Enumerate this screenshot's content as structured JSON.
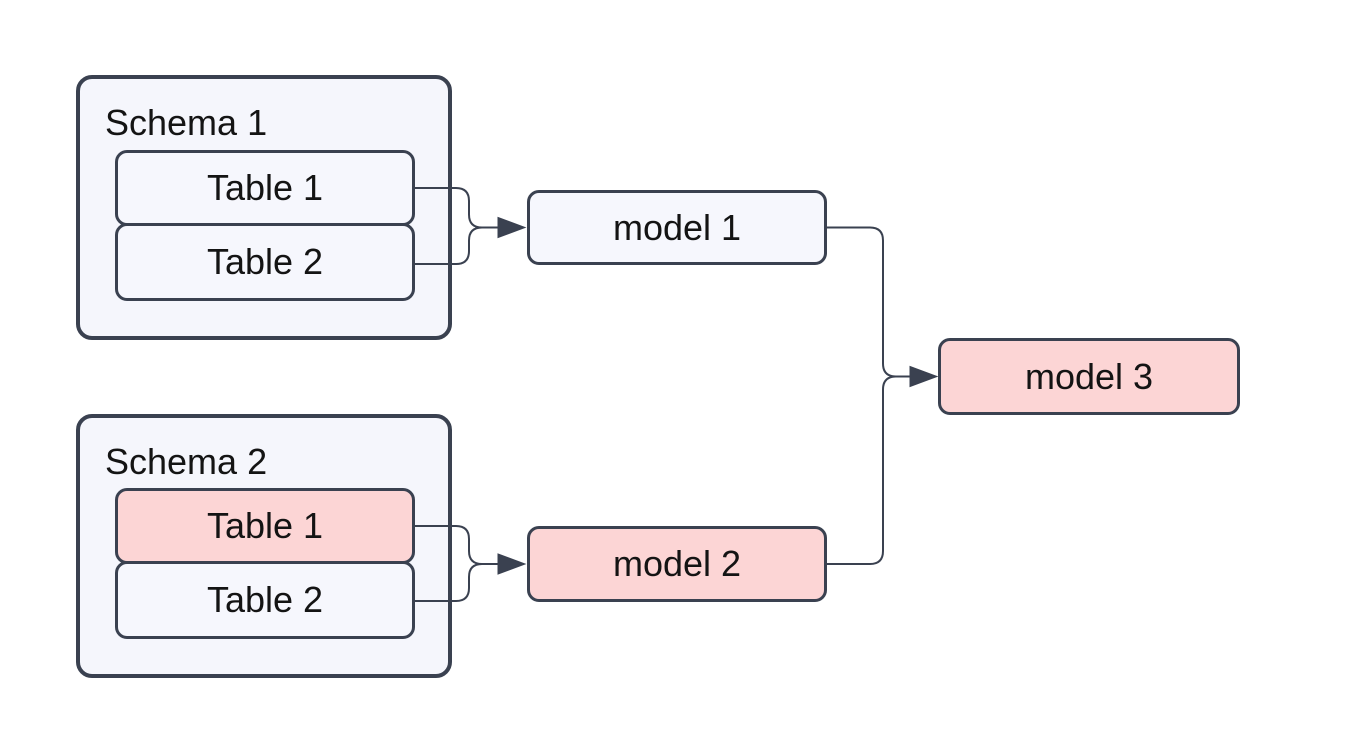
{
  "diagram": {
    "type": "flowchart",
    "direction": "left-to-right",
    "groups": [
      {
        "label": "Schema 1",
        "nodes": [
          {
            "label": "Table 1",
            "highlighted": false
          },
          {
            "label": "Table 2",
            "highlighted": false
          }
        ]
      },
      {
        "label": "Schema 2",
        "nodes": [
          {
            "label": "Table 1",
            "highlighted": true
          },
          {
            "label": "Table 2",
            "highlighted": false
          }
        ]
      }
    ],
    "nodes": [
      {
        "label": "model 1",
        "highlighted": false
      },
      {
        "label": "model 2",
        "highlighted": true
      },
      {
        "label": "model 3",
        "highlighted": true
      }
    ],
    "edges": [
      {
        "from": "Schema 1 / Table 1",
        "to": "model 1"
      },
      {
        "from": "Schema 1 / Table 2",
        "to": "model 1"
      },
      {
        "from": "Schema 2 / Table 1",
        "to": "model 2"
      },
      {
        "from": "Schema 2 / Table 2",
        "to": "model 2"
      },
      {
        "from": "model 1",
        "to": "model 3"
      },
      {
        "from": "model 2",
        "to": "model 3"
      }
    ],
    "colors": {
      "background": "#ffffff",
      "group_fill": "#f5f6fc",
      "node_fill": "#f6f7fd",
      "highlight_fill": "#fcd5d5",
      "border": "#3a4150",
      "edge": "#3a4150",
      "text": "#141414"
    }
  }
}
